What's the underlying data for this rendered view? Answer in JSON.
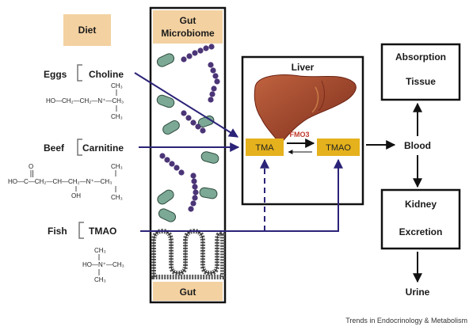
{
  "diet_label": "Diet",
  "gut_microbiome_label": "Gut Microbiome",
  "gut_label": "Gut",
  "liver_label": "Liver",
  "foods": [
    {
      "food": "Eggs",
      "compound": "Choline"
    },
    {
      "food": "Beef",
      "compound": "Carnitine"
    },
    {
      "food": "Fish",
      "compound": "TMAO"
    }
  ],
  "tma_label": "TMA",
  "tmao_label": "TMAO",
  "enzyme_label": "FMO3",
  "blood_label": "Blood",
  "absorption_label": "Absorption",
  "tissue_label": "Tissue",
  "kidney_label": "Kidney",
  "excretion_label": "Excretion",
  "urine_label": "Urine",
  "credit": "Trends in Endocrinology & Metabolism",
  "chem": {
    "choline_line": "HO—CH₂—CH₂—N⁺—CH₃",
    "ch3": "CH₃",
    "carnitine_line": "HO—C—CH₂—CH—CH₂—N⁺—CH₃",
    "o": "O",
    "oh": "OH",
    "tmao_line": "HO—N⁺—CH₃"
  },
  "colors": {
    "tan": "#f3d1a1",
    "gold": "#e5b11c",
    "navy": "#2b2378",
    "purple": "#4b3577",
    "teal": "#7ca996",
    "liver": "#9a3c28"
  }
}
